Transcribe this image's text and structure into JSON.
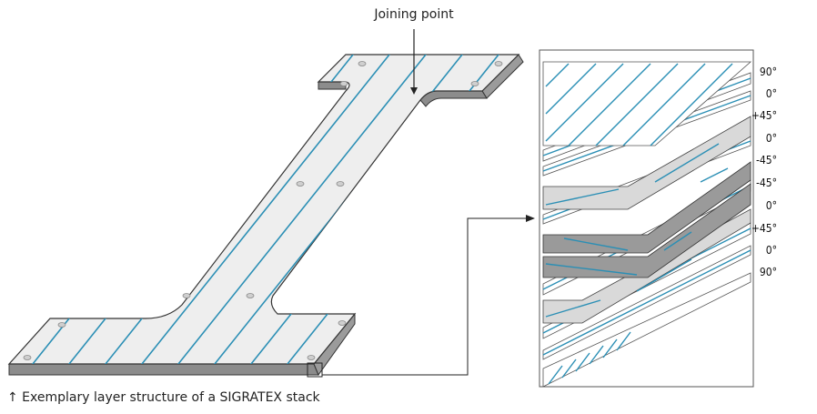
{
  "joining_point_label": "Joining point",
  "caption": "↑ Exemplary layer structure of a SIGRATEX stack",
  "layer_angles": [
    "90°",
    "0°",
    "+45°",
    "0°",
    "-45°",
    "-45°",
    "0°",
    "+45°",
    "0°",
    "90°"
  ],
  "colors": {
    "fiber": "#2b8fb5",
    "part_fill": "#eeeeee",
    "part_edge": "#7a7a7a",
    "outline": "#333333",
    "layer_light": "#d9d9d9",
    "layer_dark": "#9a9a9a"
  }
}
